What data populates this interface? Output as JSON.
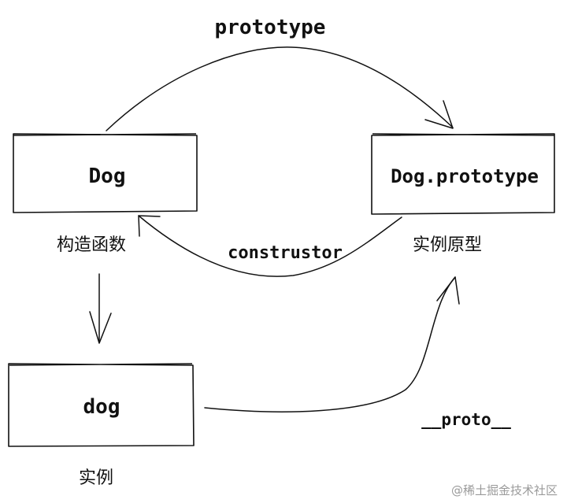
{
  "nodes": {
    "dog_constructor": {
      "label": "Dog",
      "caption": "构造函数"
    },
    "dog_prototype": {
      "label": "Dog.prototype",
      "caption": "实例原型"
    },
    "dog_instance": {
      "label": "dog",
      "caption": "实例"
    }
  },
  "edges": {
    "prototype": {
      "label": "prototype"
    },
    "constructor": {
      "label": "construstor"
    },
    "proto": {
      "label": "__proto__"
    },
    "instantiate": {
      "label": ""
    }
  },
  "watermark": "@稀土掘金技术社区"
}
